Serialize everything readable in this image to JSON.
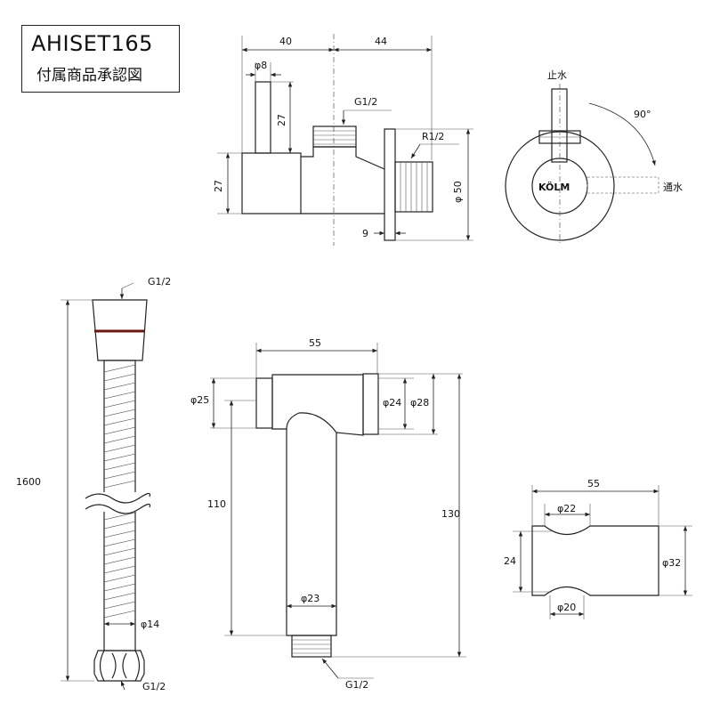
{
  "title": {
    "code": "AHISET165",
    "subtitle": "付属商品承認図"
  },
  "valve": {
    "dims": {
      "w_left": "40",
      "w_right": "44",
      "d_handle": "φ8",
      "h_handle": "27",
      "h_body": "27",
      "thread_top": "G1/2",
      "thread_right": "R1/2",
      "flange_d": "φ 50",
      "flange_t": "9"
    }
  },
  "valve_front": {
    "stop": "止水",
    "open": "通水",
    "angle": "90°",
    "brand": "KÖLM"
  },
  "hose": {
    "thread_top": "G1/2",
    "length": "1600",
    "diameter": "φ14",
    "thread_bottom": "G1/2"
  },
  "sprayer": {
    "dims": {
      "width": "55",
      "d25": "φ25",
      "d24": "φ24",
      "d28": "φ28",
      "h110": "110",
      "h130": "130",
      "d23": "φ23",
      "thread": "G1/2"
    }
  },
  "holder": {
    "dims": {
      "width": "55",
      "d22": "φ22",
      "h24": "24",
      "d32": "φ32",
      "d20": "φ20"
    }
  }
}
